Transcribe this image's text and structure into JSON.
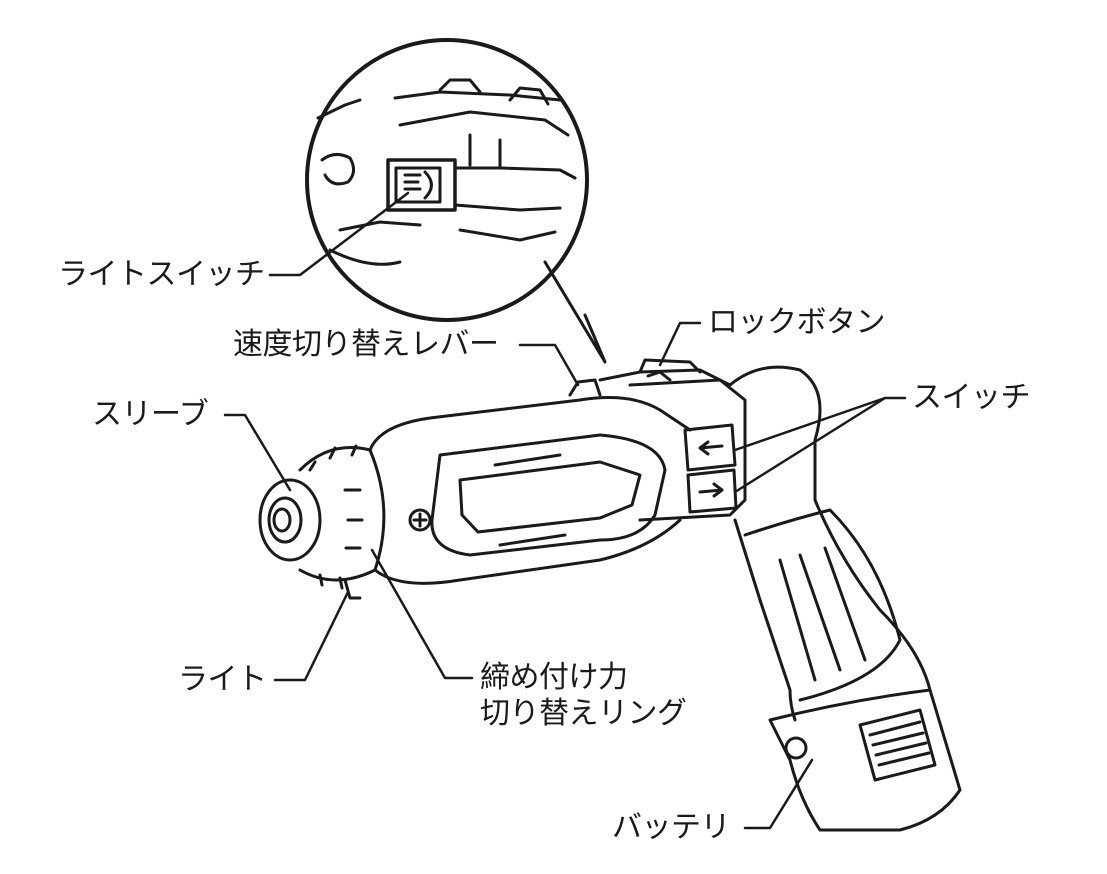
{
  "labels": {
    "light_switch": "ライトスイッチ",
    "speed_lever": "速度切り替えレバー",
    "lock_button": "ロックボタン",
    "switch": "スイッチ",
    "sleeve": "スリーブ",
    "light": "ライト",
    "clutch_ring_line1": "締め付け力",
    "clutch_ring_line2": "切り替えリング",
    "battery": "バッテリ"
  }
}
